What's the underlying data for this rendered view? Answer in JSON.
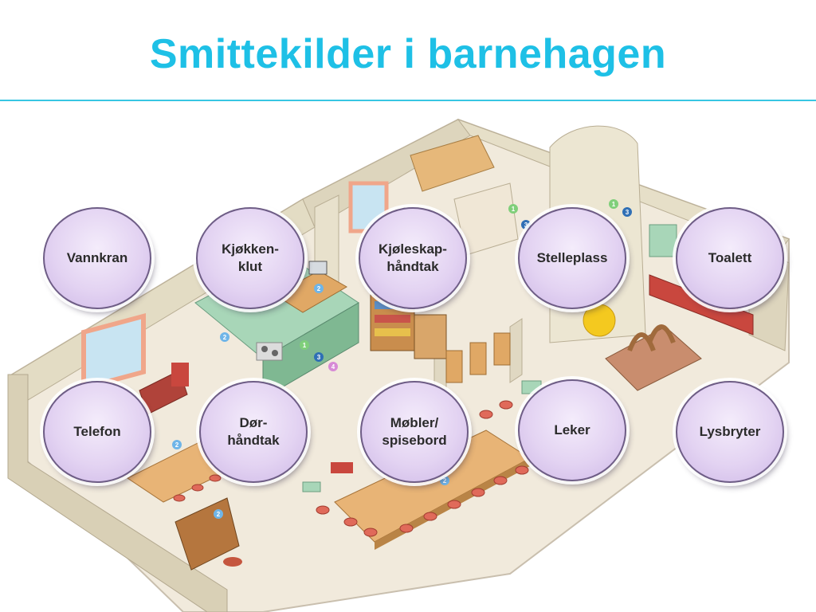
{
  "slide": {
    "title": "Smittekilder i barnehagen",
    "accent_color": "#1ec0e6",
    "bubble_color": "#e3d3f2",
    "bubbles": [
      "Vannkran",
      "Kjøkken-\nklut",
      "Kjøleskap-\nhåndtak",
      "Stelleplass",
      "Toalett",
      "Telefon",
      "Dør-\nhåndtak",
      "Møbler/\nspisebord",
      "Leker",
      "Lysbryter"
    ]
  }
}
